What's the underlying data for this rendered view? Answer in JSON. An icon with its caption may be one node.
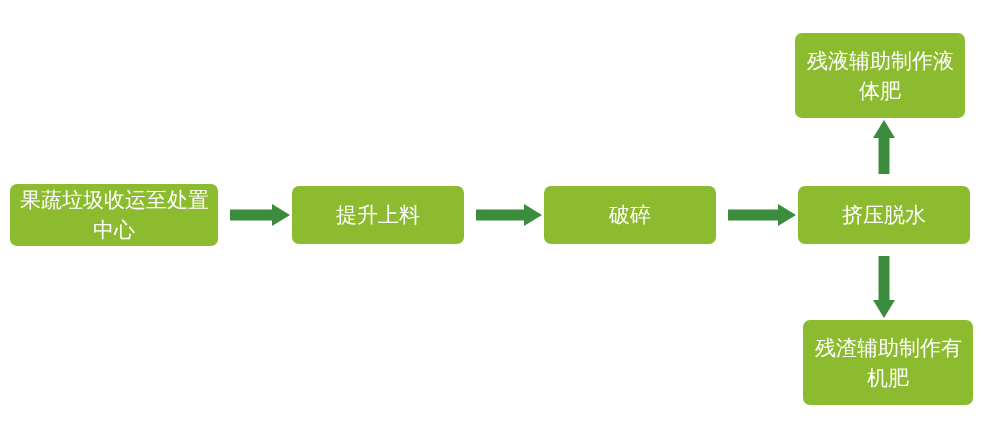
{
  "diagram": {
    "nodes": [
      {
        "text": [
          "果蔬垃圾收运至处置中心"
        ]
      },
      {
        "text": [
          "提升上料"
        ]
      },
      {
        "text": [
          "破碎"
        ]
      },
      {
        "text": [
          "挤压脱水"
        ]
      },
      {
        "text": [
          "残液辅助制作液体肥"
        ]
      },
      {
        "text": [
          "残渣辅助制作有机肥"
        ]
      }
    ],
    "edges": [
      {
        "from": 0,
        "to": 1,
        "arrow": "to"
      },
      {
        "from": 1,
        "to": 2,
        "arrow": "to"
      },
      {
        "from": 2,
        "to": 3,
        "arrow": "to"
      },
      {
        "from": 3,
        "to": 4,
        "arrow": "to"
      },
      {
        "from": 3,
        "to": 5,
        "arrow": "to"
      }
    ]
  }
}
